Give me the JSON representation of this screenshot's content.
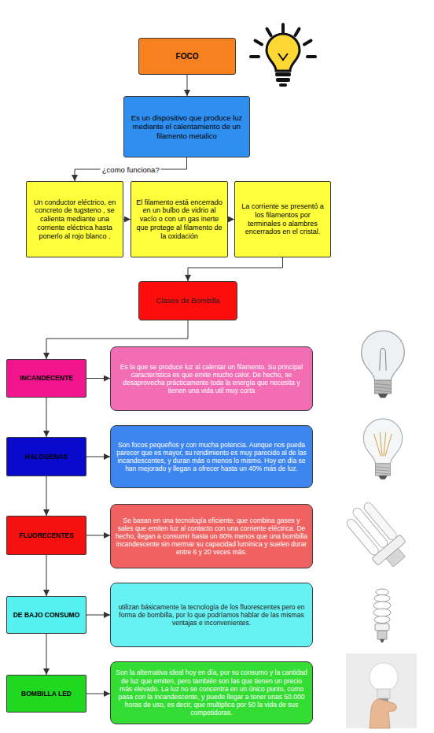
{
  "diagram": {
    "nodes": [
      {
        "text": [
          "FOCO"
        ]
      },
      {
        "text": [
          "Es un dispositivo que produce luz mediante el calentamiento de un filamento metalico"
        ]
      },
      {
        "text": [
          "Un conductor eléctrico, en concreto de tugsteno , se calienta mediante una corriente eléctrica hasta ponerlo al rojo blanco ."
        ]
      },
      {
        "text": [
          "El filamento está encerrado en un bulbo de vidrio al vacío o con un gas inerte que protege al filamento de la oxidación"
        ]
      },
      {
        "text": [
          "La corriente se presentó a los filamentos por terminales o alambres encerrados en el cristal."
        ]
      },
      {
        "text": [
          "Clases de Bombilla"
        ]
      },
      {
        "text": [
          "INCANDECENTE"
        ]
      },
      {
        "text": [
          "Es la que se produce luz al calentar un filamento. Su principal característica es que emite mucho calor. De hecho, se desaprovecha prácticamente toda la energía que necesita y tienen una vida util muy corta"
        ]
      },
      {
        "text": [
          "HALOGENAS"
        ]
      },
      {
        "text": [
          "Son focos pequeños y con mucha potencia. Aunque nos pueda parecer que es mayor, su rendimiento es muy parecido al de las incandescentes, y duran más o menos lo mismo. Hoy en día se han mejorado y llegan a ofrecer hasta un 40% más de luz."
        ]
      },
      {
        "text": [
          "FLUORECENTES"
        ]
      },
      {
        "text": [
          "Se basan en una tecnología eficiente, que combina gases y sales que emiten luz al contacto con una corriente eléctrica. De hecho, llegan a consumir hasta un 80% menos que una bombilla incandescente sin mermar su capacidad lumínica y suelen durar entre 6 y 20 veces más."
        ]
      },
      {
        "text": [
          "DE BAJO CONSUMO"
        ]
      },
      {
        "text": [
          "utilizan básicamente la tecnología de los fluorescentes pero en forma de bombilla, por lo que podríamos hablar de las mismas ventajas e inconvenientes."
        ]
      },
      {
        "text": [
          "BOMBILLA LED"
        ]
      },
      {
        "text": [
          "Son la alternativa ideal hoy en día, por su consumo y la cantidad de luz que emiten, pero también son las que tienen un precio más elevado. La luz no se concentra en un único punto, como pasa con la incandescente, y puede llegar a tener unas 50.000 horas de uso, es decir, que multiplica por 50 la vida de sus competidoras."
        ]
      }
    ],
    "edges": [
      {
        "from": 0,
        "to": 1,
        "arrow": "to"
      },
      {
        "from": 1,
        "to": 2,
        "label": "¿como funciona?",
        "arrow": "to"
      },
      {
        "from": 2,
        "to": 3,
        "arrow": "to"
      },
      {
        "from": 3,
        "to": 4,
        "arrow": "to"
      },
      {
        "from": 4,
        "to": 5,
        "arrow": "to"
      },
      {
        "from": 5,
        "to": 6,
        "arrow": "to"
      },
      {
        "from": 6,
        "to": 7,
        "arrow": "to"
      },
      {
        "from": 6,
        "to": 8,
        "arrow": "to"
      },
      {
        "from": 8,
        "to": 9,
        "arrow": "to"
      },
      {
        "from": 8,
        "to": 10,
        "arrow": "to"
      },
      {
        "from": 10,
        "to": 11,
        "arrow": "to"
      },
      {
        "from": 10,
        "to": 12,
        "arrow": "to"
      },
      {
        "from": 12,
        "to": 13,
        "arrow": "to"
      },
      {
        "from": 12,
        "to": 14,
        "arrow": "to"
      },
      {
        "from": 14,
        "to": 15,
        "arrow": "to"
      }
    ]
  }
}
